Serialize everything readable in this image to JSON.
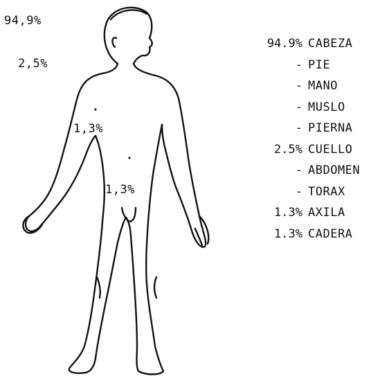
{
  "callouts": {
    "head": "94,9%",
    "neck": "2,5%",
    "axilla": "1,3%",
    "hip": "1,3%"
  },
  "legend": [
    {
      "pct": "94.9%",
      "name": "CABEZA"
    },
    {
      "pct": "-",
      "name": "PIE"
    },
    {
      "pct": "-",
      "name": "MANO"
    },
    {
      "pct": "-",
      "name": "MUSLO"
    },
    {
      "pct": "-",
      "name": "PIERNA"
    },
    {
      "pct": "2.5%",
      "name": "CUELLO"
    },
    {
      "pct": "-",
      "name": "ABDOMEN"
    },
    {
      "pct": "-",
      "name": "TORAX"
    },
    {
      "pct": "1.3%",
      "name": "AXILA"
    },
    {
      "pct": "1.3%",
      "name": "CADERA"
    }
  ]
}
